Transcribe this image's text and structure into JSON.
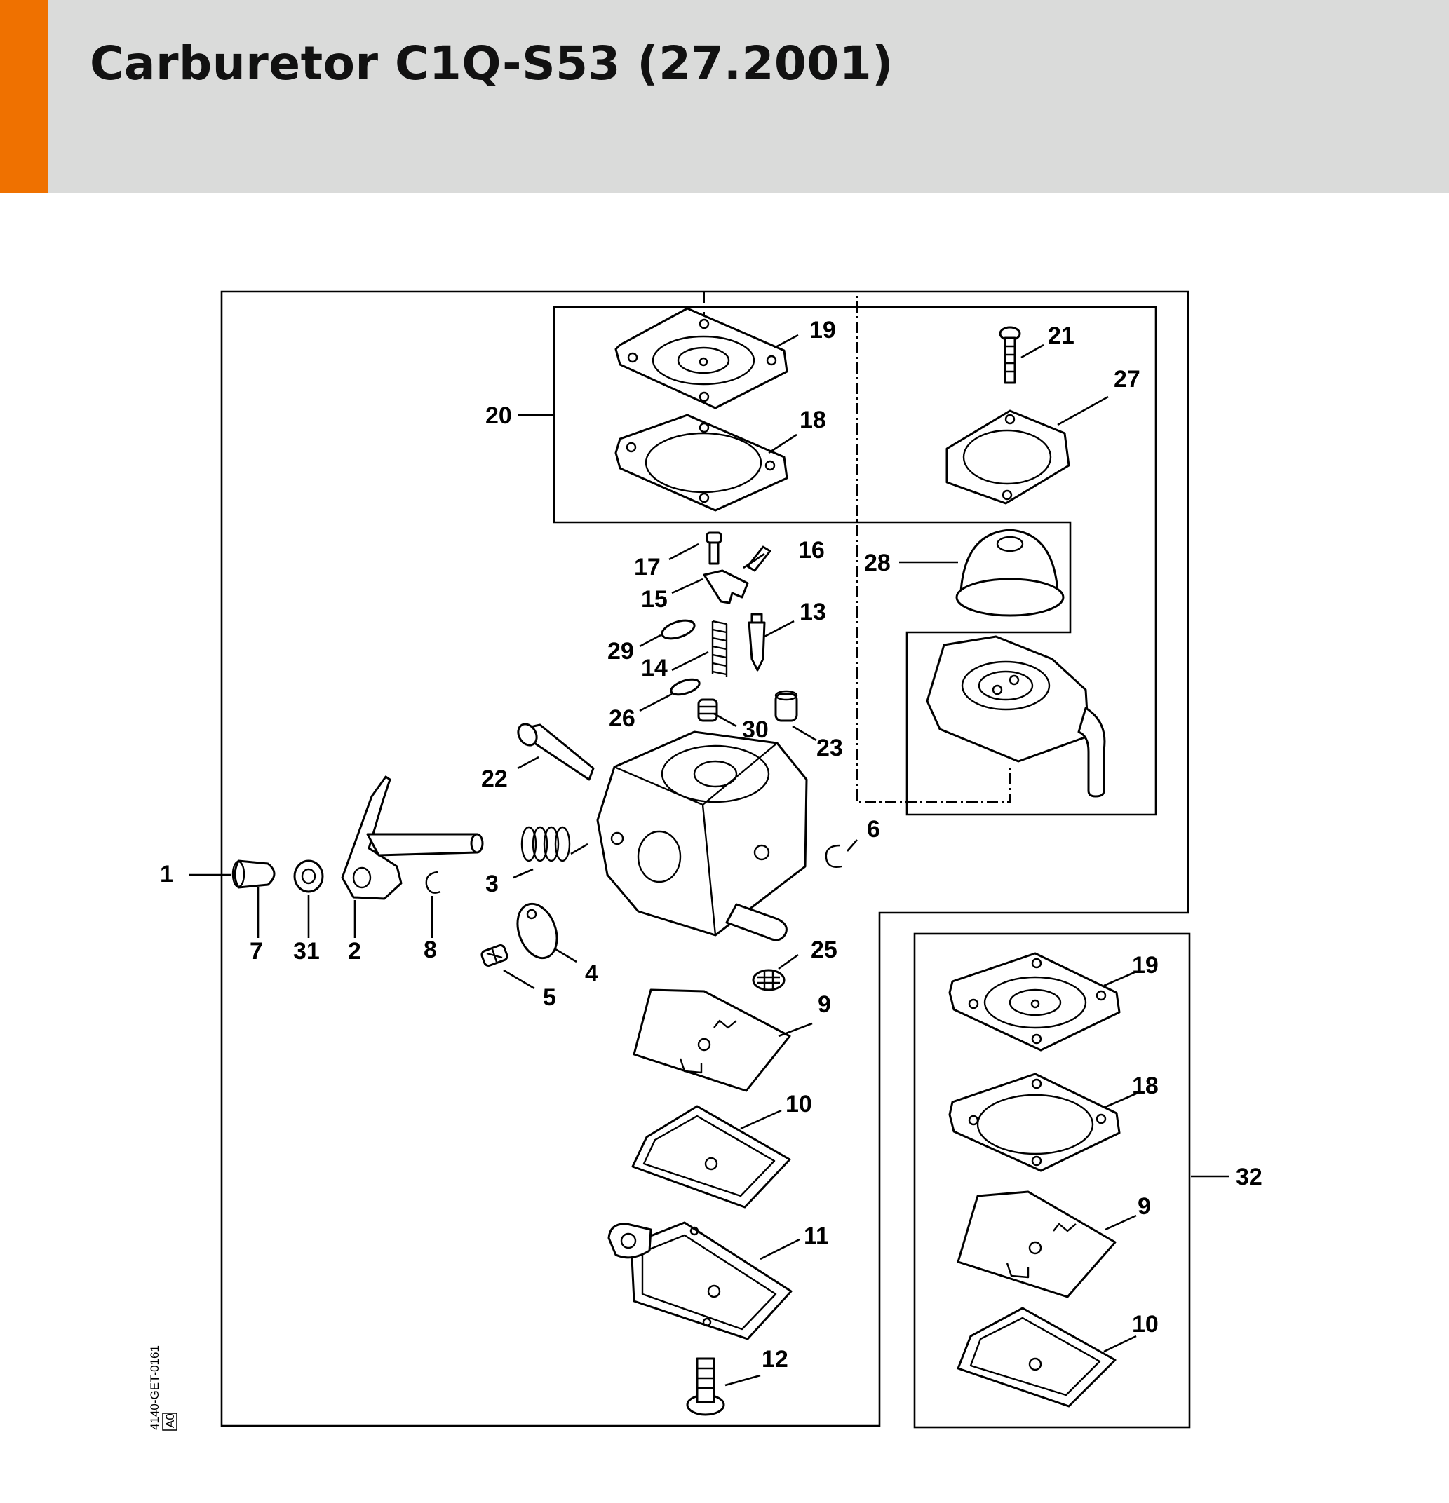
{
  "header": {
    "title": "Carburetor C1Q-S53 (27.2001)",
    "accent_color": "#ef7100",
    "background_color": "#dadbda"
  },
  "diagram": {
    "reference_code": "4140-GET-0161",
    "reference_box": "A0",
    "callouts": {
      "c1": "1",
      "c2": "2",
      "c3": "3",
      "c4": "4",
      "c5": "5",
      "c6": "6",
      "c7": "7",
      "c8": "8",
      "c9": "9",
      "c10": "10",
      "c11": "11",
      "c12": "12",
      "c13": "13",
      "c14": "14",
      "c15": "15",
      "c16": "16",
      "c17": "17",
      "c18": "18",
      "c19": "19",
      "c20": "20",
      "c21": "21",
      "c22": "22",
      "c23": "23",
      "c25": "25",
      "c26": "26",
      "c27": "27",
      "c28": "28",
      "c29": "29",
      "c30": "30",
      "c31": "31",
      "c32": "32",
      "k19": "19",
      "k18": "18",
      "k9": "9",
      "k10": "10"
    }
  }
}
